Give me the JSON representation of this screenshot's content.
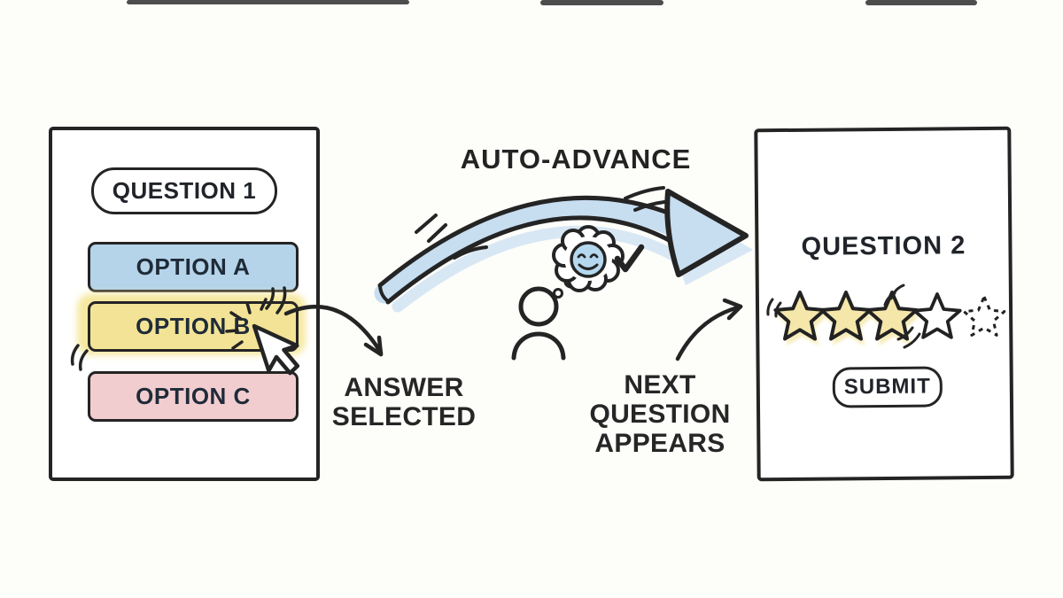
{
  "header": {
    "label": "AUTO-ADVANCE"
  },
  "panel1": {
    "question_label": "QUESTION 1",
    "options": [
      {
        "label": "OPTION A",
        "fill": "#b5d3e9",
        "selected": false
      },
      {
        "label": "OPTION B",
        "fill": "#f3e396",
        "selected": true
      },
      {
        "label": "OPTION C",
        "fill": "#f2cdd0",
        "selected": false
      }
    ],
    "selection_glow": "#f6e8a0"
  },
  "panel2": {
    "question_label": "QUESTION 2",
    "rating": {
      "max": 5,
      "filled": 3,
      "outline_solid": 1,
      "outline_dashed": 1,
      "star_fill": "#f5e7a9",
      "star_glow": "#f7ecb8",
      "ink": "#222222"
    },
    "submit_label": "SUBMIT"
  },
  "captions": {
    "answer_selected": "ANSWER SELECTED",
    "next_question": "NEXT QUESTION APPEARS"
  },
  "colors": {
    "ink": "#242424",
    "arrow_fill": "#c7ddf0",
    "arrow_shadow": "#d8e7f4",
    "smiley_fill": "#b5d8ef",
    "paper": "#fdfdfa"
  },
  "icons": {
    "cursor": "mouse-pointer-arrow",
    "click_burst": "radiating-dashes",
    "person": "person-outline",
    "thought": "thought-bubble-cloud",
    "mood": "smiley-face",
    "check": "checkmark",
    "auto_advance_arrow": "big-curved-arrow",
    "answer_arrow": "small-curved-arrow",
    "next_arrow": "small-curved-arrow"
  }
}
